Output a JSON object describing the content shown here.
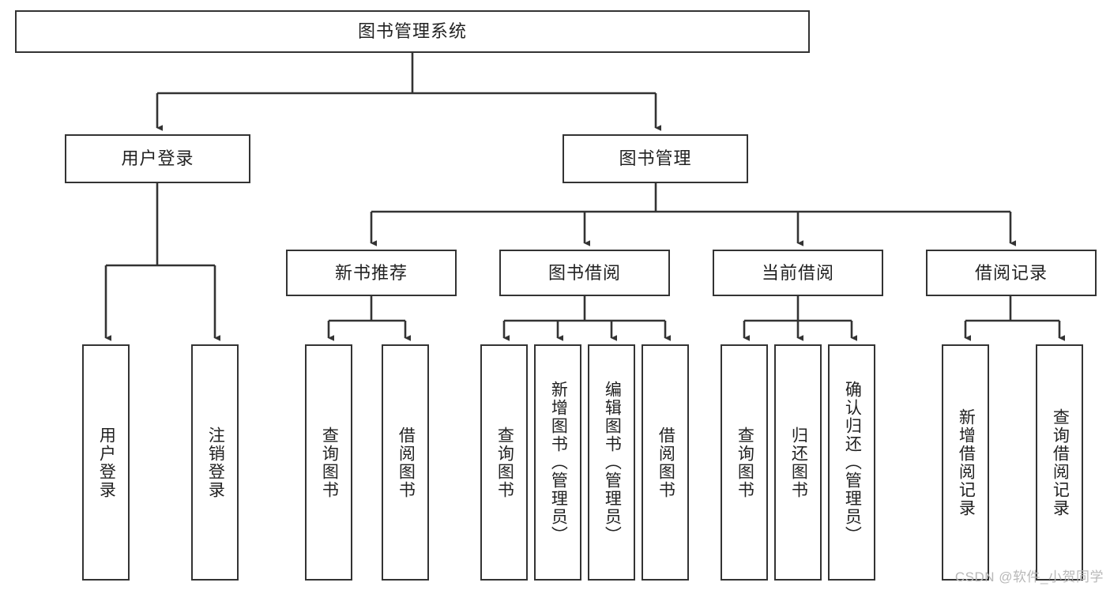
{
  "diagram": {
    "type": "tree",
    "title": "图书管理系统",
    "watermark": "CSDN @软件_小贺同学",
    "colors": {
      "node_border": "#333333",
      "node_fill": "#ffffff",
      "edge": "#333333",
      "text": "#222222",
      "watermark": "#b8b8b8"
    },
    "nodes": {
      "root": {
        "label": "图书管理系统"
      },
      "level2": [
        {
          "id": "user-login",
          "label": "用户登录"
        },
        {
          "id": "book-management",
          "label": "图书管理"
        }
      ],
      "level3": [
        {
          "id": "new-book-recommend",
          "label": "新书推荐"
        },
        {
          "id": "book-borrow",
          "label": "图书借阅"
        },
        {
          "id": "current-borrow",
          "label": "当前借阅"
        },
        {
          "id": "borrow-record",
          "label": "借阅记录"
        }
      ],
      "leaves": {
        "user-login": [
          {
            "id": "leaf-user-login",
            "label": "用户登录"
          },
          {
            "id": "leaf-logout-login",
            "label": "注销登录"
          }
        ],
        "new-book-recommend": [
          {
            "id": "leaf-query-book-1",
            "label": "查询图书"
          },
          {
            "id": "leaf-borrow-book-1",
            "label": "借阅图书"
          }
        ],
        "book-borrow": [
          {
            "id": "leaf-query-book-2",
            "label": "查询图书"
          },
          {
            "id": "leaf-add-book-admin",
            "label": "新增图书（管理员）"
          },
          {
            "id": "leaf-edit-book-admin",
            "label": "编辑图书（管理员）"
          },
          {
            "id": "leaf-borrow-book-2",
            "label": "借阅图书"
          }
        ],
        "current-borrow": [
          {
            "id": "leaf-query-book-3",
            "label": "查询图书"
          },
          {
            "id": "leaf-return-book",
            "label": "归还图书"
          },
          {
            "id": "leaf-confirm-return-admin",
            "label": "确认归还（管理员）"
          }
        ],
        "borrow-record": [
          {
            "id": "leaf-add-borrow-record",
            "label": "新增借阅记录"
          },
          {
            "id": "leaf-query-borrow-record",
            "label": "查询借阅记录"
          }
        ]
      }
    }
  }
}
